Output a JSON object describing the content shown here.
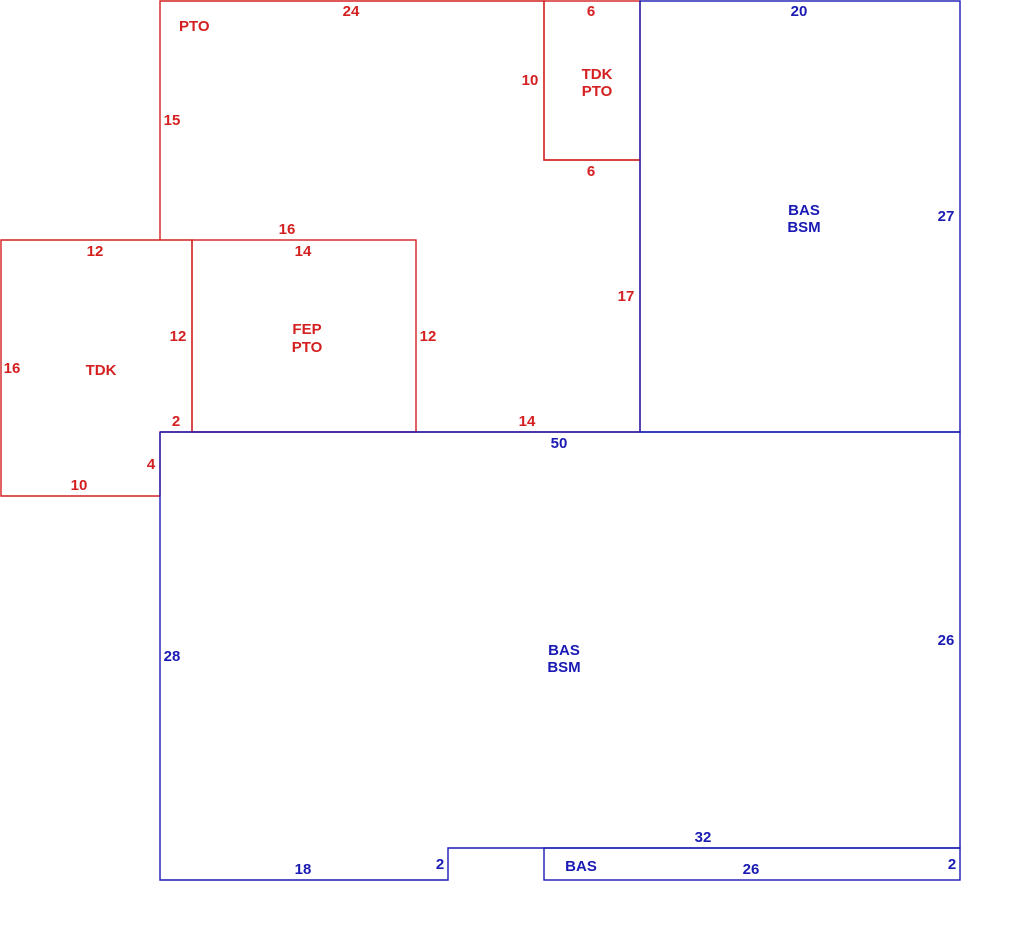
{
  "colors": {
    "red": "#d42020",
    "blue": "#1a1ab4"
  },
  "areas": {
    "pto": {
      "line1": "PTO"
    },
    "tdk_pto": {
      "line1": "TDK",
      "line2": "PTO"
    },
    "bas_bsm_top": {
      "line1": "BAS",
      "line2": "BSM"
    },
    "tdk": {
      "line1": "TDK"
    },
    "fep_pto": {
      "line1": "FEP",
      "line2": "PTO"
    },
    "bas_bsm_main": {
      "line1": "BAS",
      "line2": "BSM"
    },
    "bas_strip": {
      "line1": "BAS"
    }
  },
  "dimensions": {
    "pto_top": "24",
    "tdkpto_top": "6",
    "tdkpto_left": "10",
    "tdkpto_bottom": "6",
    "pto_left": "15",
    "pto_right": "17",
    "pto_bottom_left": "16",
    "pto_bottom_right": "14",
    "pto_step": "2",
    "bas_top_top": "20",
    "bas_top_right": "27",
    "tdk_top": "12",
    "tdk_left": "16",
    "tdk_right": "12",
    "tdk_bottom": "10",
    "tdk_step": "4",
    "fep_top": "14",
    "fep_right": "12",
    "main_top": "50",
    "main_left": "28",
    "main_right": "26",
    "main_bottom_left": "18",
    "main_step": "2",
    "strip_top": "32",
    "strip_bottom": "26",
    "strip_right": "2"
  }
}
